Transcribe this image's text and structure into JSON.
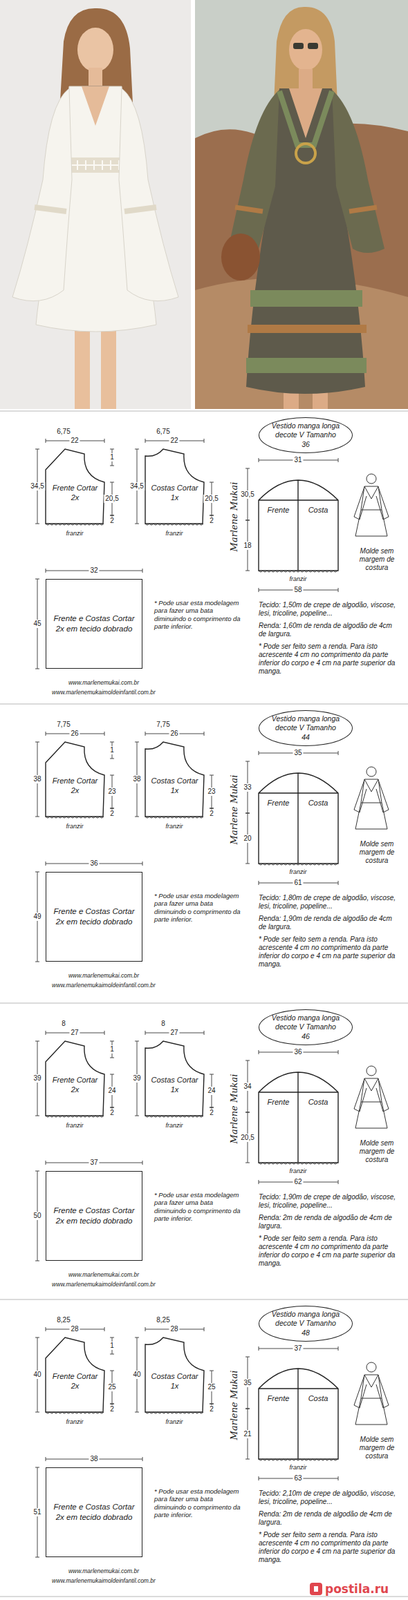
{
  "diagram": {
    "nodes": [
      {
        "text": [
          "Frente Cortar 2x"
        ]
      },
      {
        "text": [
          "Costas Cortar 1x"
        ]
      },
      {
        "text": [
          "Vestido manga longa decote V Tamanho 36"
        ]
      },
      {
        "text": [
          "Frente",
          "Costa"
        ]
      },
      {
        "text": [
          "Frente e Costas Cortar 2x em tecido dobrado"
        ]
      },
      {
        "text": [
          "Frente Cortar 2x"
        ]
      },
      {
        "text": [
          "Costas Cortar 1x"
        ]
      },
      {
        "text": [
          "Vestido manga longa decote V Tamanho 44"
        ]
      },
      {
        "text": [
          "Frente",
          "Costa"
        ]
      },
      {
        "text": [
          "Frente e Costas Cortar 2x em tecido dobrado"
        ]
      },
      {
        "text": [
          "Frente Cortar 2x"
        ]
      },
      {
        "text": [
          "Costas Cortar 1x"
        ]
      },
      {
        "text": [
          "Vestido manga longa decote V Tamanho 46"
        ]
      },
      {
        "text": [
          "Frente",
          "Costa"
        ]
      },
      {
        "text": [
          "Frente e Costas Cortar 2x em tecido dobrado"
        ]
      },
      {
        "text": [
          "Frente Cortar 2x"
        ]
      },
      {
        "text": [
          "Costas Cortar 1x"
        ]
      },
      {
        "text": [
          "Vestido manga longa decote V Tamanho 48"
        ]
      },
      {
        "text": [
          "Frente",
          "Costa"
        ]
      },
      {
        "text": [
          "Frente e Costas Cortar 2x em tecido dobrado"
        ]
      }
    ],
    "labels": [
      "22",
      "6,75",
      "34,5",
      "20,5",
      "1",
      "franzir",
      "2",
      "22",
      "6,75",
      "34,5",
      "20,5",
      "franzir",
      "2",
      "32",
      "45",
      "* Pode usar esta modelagem para fazer uma bata diminuindo o comprimento da parte inferior.",
      "www.marlenemukai.com.br",
      "www.marlenemukaimoldeinfantil.com.br",
      "Marlene Mukai",
      "31",
      "30,5",
      "18",
      "58",
      "franzir",
      "Molde sem margem de costura",
      "Tecido: 1,50m de crepe de algodão, viscose, lesi, tricoline, popeline...",
      "Renda: 1,60m de renda de algodão de 4cm de largura.",
      "* Pode ser feito sem a renda. Para isto acrescente 4 cm no comprimento da parte inferior do corpo e 4 cm na parte superior da manga.",
      "26",
      "7,75",
      "38",
      "23",
      "1",
      "franzir",
      "2",
      "26",
      "7,75",
      "38",
      "23",
      "franzir",
      "2",
      "36",
      "49",
      "* Pode usar esta modelagem para fazer uma bata diminuindo o comprimento da parte inferior.",
      "www.marlenemukai.com.br",
      "www.marlenemukaimoldeinfantil.com.br",
      "Marlene Mukai",
      "35",
      "33",
      "20",
      "61",
      "franzir",
      "Molde sem margem de costura",
      "Tecido: 1,80m de crepe de algodão, viscose, lesi, tricoline, popeline...",
      "Renda: 1,90m de renda de algodão de 4cm de largura.",
      "* Pode ser feito sem a renda. Para isto acrescente 4 cm no comprimento da parte inferior do corpo e 4 cm na parte superior da manga.",
      "27",
      "8",
      "39",
      "24",
      "1",
      "franzir",
      "2",
      "27",
      "8",
      "39",
      "24",
      "franzir",
      "2",
      "37",
      "50",
      "* Pode usar esta modelagem para fazer uma bata diminuindo o comprimento da parte inferior.",
      "www.marlenemukai.com.br",
      "www.marlenemukaimoldeinfantil.com.br",
      "Marlene Mukai",
      "36",
      "34",
      "20,5",
      "62",
      "franzir",
      "Molde sem margem de costura",
      "Tecido: 1,90m de crepe de algodão, viscose, lesi, tricoline, popeline...",
      "Renda: 2m de renda de algodão de 4cm de largura.",
      "* Pode ser feito sem a renda. Para isto acrescente 4 cm no comprimento da parte inferior do corpo e 4 cm na parte superior da manga.",
      "28",
      "8,25",
      "40",
      "25",
      "1",
      "franzir",
      "2",
      "28",
      "8,25",
      "40",
      "25",
      "franzir",
      "2",
      "38",
      "51",
      "* Pode usar esta modelagem para fazer uma bata diminuindo o comprimento da parte inferior.",
      "www.marlenemukai.com.br",
      "www.marlenemukaimoldeinfantil.com.br",
      "Marlene Mukai",
      "37",
      "35",
      "21",
      "63",
      "franzir",
      "Molde sem margem de costura",
      "Tecido: 2,10m de crepe de algodão, viscose, lesi, tricoline, popeline...",
      "Renda: 2m de renda de algodão de 4cm de largura.",
      "* Pode ser feito sem a renda. Para isto acrescente 4 cm no comprimento da parte inferior do corpo e 4 cm na parte superior da manga.",
      "postila.ru"
    ]
  }
}
